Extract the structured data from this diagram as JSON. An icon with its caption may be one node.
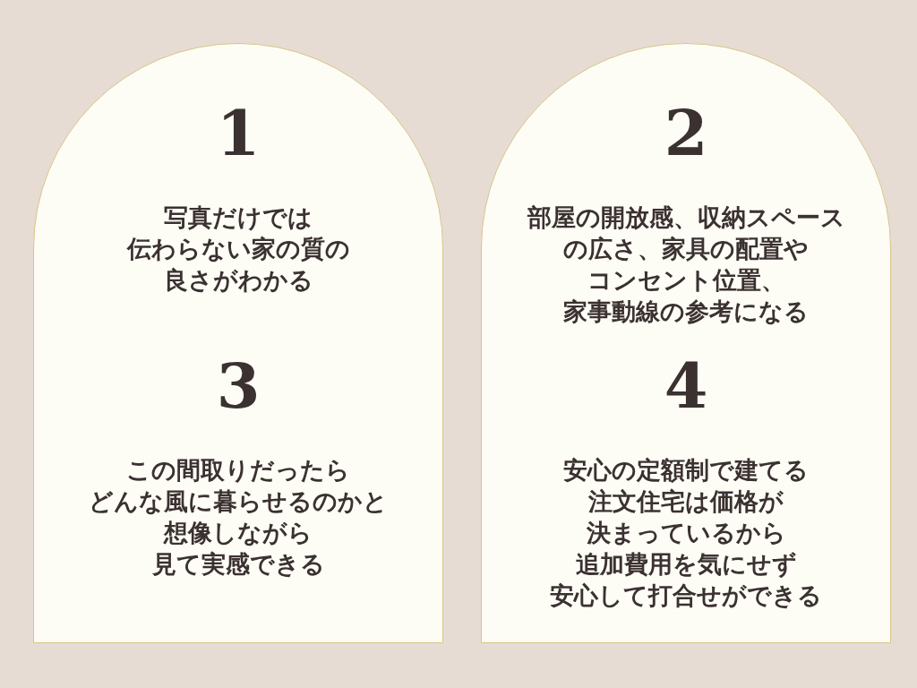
{
  "diagram": {
    "nodes": [
      {
        "text": [
          "1",
          "写真だけでは伝わらない家の質の良さがわかる",
          "3",
          "この間取りだったらどんな風に暮らせるのかと想像しながら見て実感できる"
        ]
      },
      {
        "text": [
          "2",
          "部屋の開放感、収納スペースの広さ、家具の配置やコンセント位置、家事動線の参考になる",
          "4",
          "安心の定額制で建てる注文住宅は価格が決まっているから追加費用を気にせず安心して打合せができる"
        ]
      }
    ]
  }
}
